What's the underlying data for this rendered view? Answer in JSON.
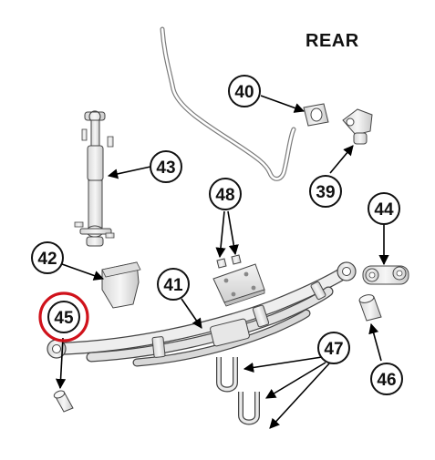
{
  "header": {
    "orientation_label": "REAR"
  },
  "callouts": [
    {
      "number": "40"
    },
    {
      "number": "39"
    },
    {
      "number": "43"
    },
    {
      "number": "48"
    },
    {
      "number": "44"
    },
    {
      "number": "42"
    },
    {
      "number": "41"
    },
    {
      "number": "45"
    },
    {
      "number": "47"
    },
    {
      "number": "46"
    }
  ],
  "colors": {
    "part_fill": "#ececec",
    "part_stroke": "#444444",
    "arrow": "#000000",
    "callout_border": "#111111",
    "highlight_ring": "#d0121b"
  },
  "highlight": {
    "callout": "45"
  }
}
